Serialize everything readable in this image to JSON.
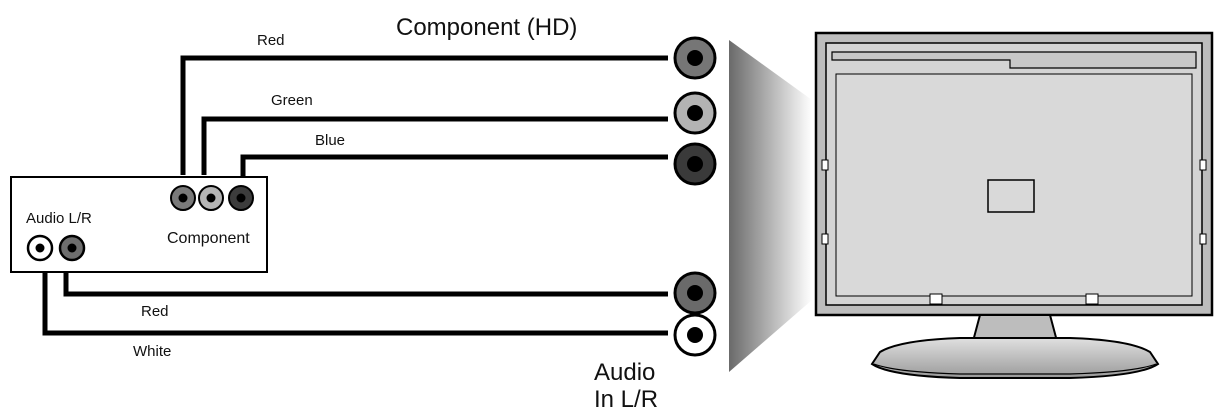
{
  "title": "Component (HD)",
  "source_device": {
    "audio_label": "Audio L/R",
    "component_label": "Component"
  },
  "cables": {
    "red_top": "Red",
    "green": "Green",
    "blue": "Blue",
    "red_bottom": "Red",
    "white": "White"
  },
  "tv_inputs": {
    "audio_label": "Audio\nIn L/R"
  },
  "colors": {
    "red_jack": "#7a7a7a",
    "green_jack": "#b5b5b5",
    "blue_jack": "#3c3c3c",
    "white_jack": "#ffffff",
    "cable": "#000000",
    "tv_panel": "#d4d4d4"
  }
}
